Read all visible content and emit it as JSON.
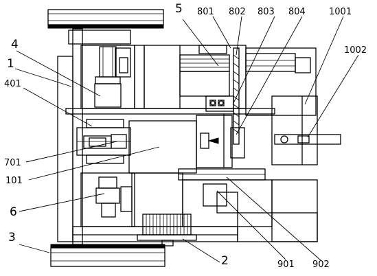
{
  "labels": {
    "l5": "5",
    "l801": "801",
    "l802": "802",
    "l803": "803",
    "l804": "804",
    "l1001": "1001",
    "l1002": "1002",
    "l4": "4",
    "l1": "1",
    "l401": "401",
    "l701": "701",
    "l101": "101",
    "l6": "6",
    "l3": "3",
    "l2": "2",
    "l901": "901",
    "l902": "902"
  },
  "colors": {
    "ink": "#000000",
    "paper": "#ffffff"
  }
}
